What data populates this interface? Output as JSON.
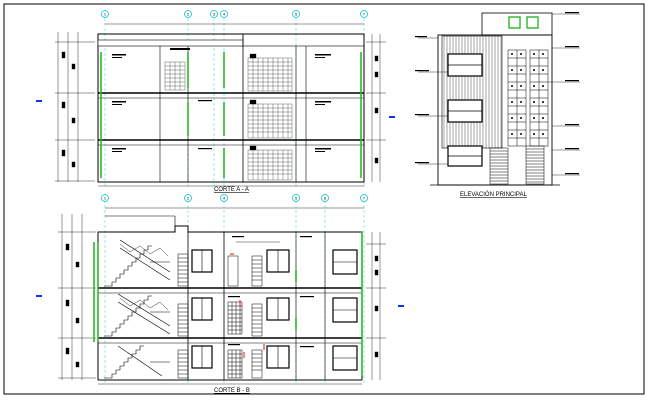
{
  "drawing": {
    "title_a": "CORTE  A - A",
    "title_b": "CORTE  B - B",
    "title_c": "ELEVACIÓN PRINCIPAL"
  },
  "section_a": {
    "axes": [
      "1",
      "2",
      "3",
      "4",
      "5",
      "7"
    ]
  },
  "section_b": {
    "axes": [
      "1",
      "2",
      "4",
      "5",
      "6",
      "7"
    ]
  },
  "colors": {
    "line": "#000000",
    "wall_green": "#2db52d",
    "axis_cyan": "#00c8c8",
    "marker_blue": "#1133ee",
    "accent_red": "#e01010"
  }
}
